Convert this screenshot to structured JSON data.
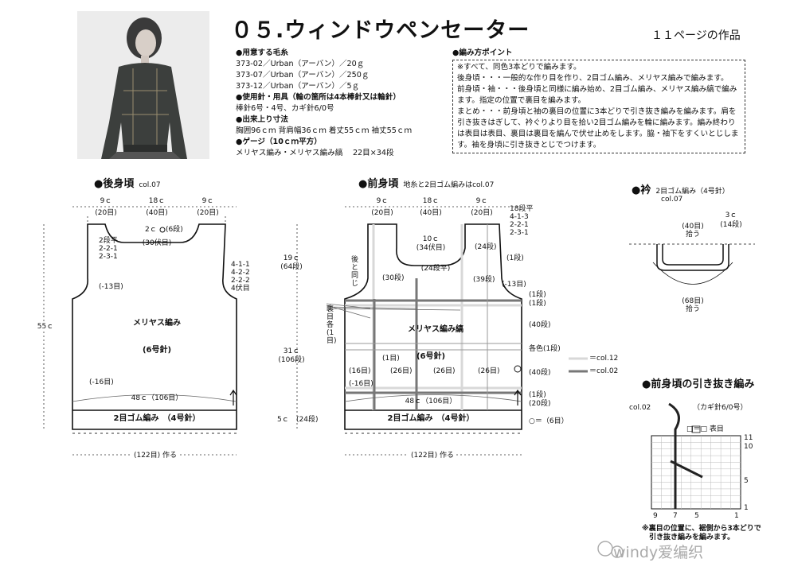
{
  "header": {
    "title": "０５.ウィンドウペンセーター",
    "page_ref": "１１ページの作品"
  },
  "materials": {
    "yarn_heading": "●用意する毛糸",
    "yarn_lines": [
      "373-02／Urban（アーバン）／20ｇ",
      "373-07／Urban（アーバン）／250ｇ",
      "373-12／Urban（アーバン）／5ｇ"
    ],
    "tools_heading": "●使用針・用具（輪の箇所は4本棒針又は輪針）",
    "tools_line": "棒針6号・4号、カギ針6/0号",
    "size_heading": "●出来上り寸法",
    "size_line": "胸囲96ｃｍ 背肩幅36ｃｍ 着丈55ｃｍ 袖丈55ｃｍ",
    "gauge_heading": "●ゲージ（10ｃｍ平方）",
    "gauge_line": "メリヤス編み・メリヤス編み縞　 22目×34段"
  },
  "points": {
    "heading": "●編み方ポイント",
    "text": "※すべて、同色3本どりで編みます。\n後身頃・・・一般的な作り目を作り、2目ゴム編み、メリヤス編みで編みます。\n前身頃・袖・・・後身頃と同様に編み始め、2目ゴム編み、メリヤス編み縞で編みます。指定の位置で裏目を編みます。\nまとめ・・・前身頃と袖の裏目の位置に3本どりで引き抜き編みを編みます。肩を引き抜きはぎして、衿ぐりより目を拾い2目ゴム編みを輪に編みます。編み終わりは表目は表目、裏目は裏目を編んで伏せ止めをします。脇・袖下をすくいとじします。袖を身頃に引き抜きとじでつけます。"
  },
  "back": {
    "heading": "●後身頃",
    "col": "col.07",
    "top_w": [
      "9ｃ",
      "18ｃ",
      "9ｃ"
    ],
    "top_st": [
      "(20目)",
      "(40目)",
      "(20目)"
    ],
    "neck": "2ｃ",
    "neck_rows": "(6段)",
    "neck_bind": "(30伏目)",
    "neck_dec": "2段平\n2-2-1\n2-3-1",
    "arm_dec": "4-1-1\n4-2-2\n2-2-2\n4伏目",
    "arm_side": "(-13目)",
    "body": "メリヤス編み",
    "needle": "(6号針)",
    "minus16": "(-16目)",
    "width": "48ｃ（106目）",
    "rib": "2目ゴム編み　（4号針）",
    "cast_on": "(122目) 作る",
    "height": "55ｃ"
  },
  "middle": {
    "h1": "19ｃ",
    "h1r": "(64段)",
    "h2": "31ｃ",
    "h2r": "(106段)",
    "h3": "5ｃ",
    "h3r": "(24段)"
  },
  "front": {
    "heading": "●前身頃",
    "note": "地糸と2目ゴム編みはcol.07",
    "top_w": [
      "9ｃ",
      "18ｃ",
      "9ｃ"
    ],
    "top_st": [
      "(20目)",
      "(40目)",
      "(20目)"
    ],
    "neck_dec": "18段平\n4-1-3\n2-2-1\n2-3-1",
    "neck_w": "10ｃ",
    "neck_bind": "(34伏目)",
    "rows24": "(24段)",
    "row1": "(1段)",
    "rows24b": "(24段平)",
    "rows30": "(30段)",
    "rows39": "(39段)",
    "minus13": "(-13目)",
    "same_back": "後と同じ",
    "purl": "裏目各(1目)",
    "r1a": "(1段)",
    "r1b": "(1段)",
    "r40a": "(40段)",
    "contrast": "各色(1段)",
    "r40b": "(40段)",
    "r1c": "(1段)",
    "r20": "(20段)",
    "body": "メリヤス編み縞",
    "needle": "(6号針)",
    "st16": "(16目)",
    "st1a": "(1目)",
    "st26a": "(26目)",
    "st26b": "(26目)",
    "st26c": "(26目)",
    "minus16": "(-16目)",
    "width": "48ｃ（106目）",
    "rib": "2目ゴム編み　（4号針）",
    "cast_on": "(122目) 作る",
    "symbol": "○＝（6目）"
  },
  "legend": {
    "c12": "＝col.12",
    "c02": "＝col.02"
  },
  "collar": {
    "heading": "●衿",
    "desc": "2目ゴム編み（4号針）",
    "col": "col.07",
    "st40": "(40目)\n拾う",
    "w3": "3ｃ",
    "r14": "(14段)",
    "st68": "(68目)\n拾う"
  },
  "slip": {
    "heading": "●前身頃の引き抜き編み",
    "col": "col.02",
    "hook": "（カギ針6/0号）",
    "key": "□＝□ 表目",
    "row_nums": [
      "11",
      "10",
      "5",
      "1"
    ],
    "col_nums": [
      "9",
      "7",
      "5",
      "1"
    ],
    "note": "※裏目の位置に、裾側から3本どりで\n　引き抜き編みを編みます。"
  },
  "watermark": "windy爱编织",
  "colors": {
    "line": "#111111",
    "col12": "#d8d8d8",
    "col02": "#777777",
    "grid": "#888888"
  },
  "icons": [
    "sweater-photo",
    "crochet-hook-icon",
    "chat-bubble-icon",
    "up-arrow-icon"
  ]
}
